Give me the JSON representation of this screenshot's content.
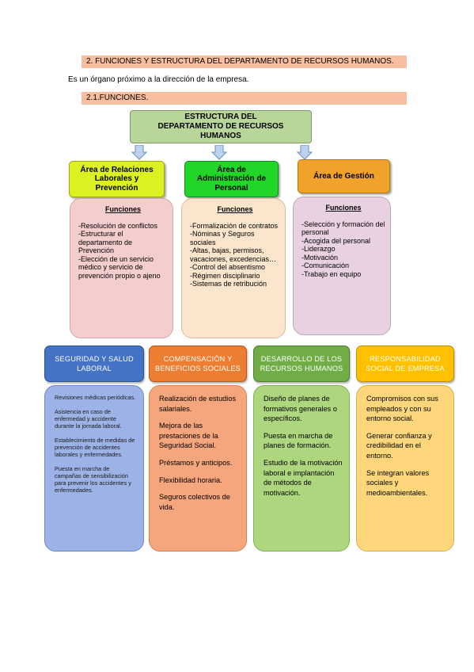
{
  "section_heading": "2.   FUNCIONES Y ESTRUCTURA DEL DEPARTAMENTO DE RECURSOS HUMANOS.",
  "intro": "Es un órgano próximo a la dirección de la empresa.",
  "subsection_heading": "2.1.FUNCIONES.",
  "diagram_title": "ESTRUCTURA DEL DEPARTAMENTO DE RECURSOS HUMANOS",
  "colors": {
    "header_bar": "#f7bfa0",
    "title_box": "#b8d59a",
    "area_relaciones": "#ddf021",
    "area_administracion": "#22d629",
    "area_gestion": "#f0a22a",
    "cat_seguridad": "#4472c4",
    "cat_compensacion": "#ed7d31",
    "cat_desarrollo": "#70ad47",
    "cat_responsabilidad": "#ffc000"
  },
  "areas": [
    {
      "label": "Área de Relaciones Laborales y Prevención",
      "functions_title": "Funciones",
      "functions": [
        "-Resolución de conflictos",
        "-Estructurar el departamento de Prevención",
        "-Elección de un servicio médico y servicio de prevención propio o ajeno"
      ]
    },
    {
      "label": "Área de Administración de Personal",
      "functions_title": "Funciones",
      "functions": [
        "-Formalización de contratos",
        "-Nóminas y Seguros sociales",
        "-Altas, bajas, permisos, vacaciones, excedencias…",
        "-Control del absentismo",
        "-Régimen disciplinario",
        "-Sistemas de retribución"
      ]
    },
    {
      "label": "Área de Gestión",
      "functions_title": "Funciones",
      "functions": [
        "-Selección y formación del personal",
        "-Acogida del personal",
        "-Liderazgo",
        "-Motivación",
        "-Comunicación",
        "-Trabajo en equipo"
      ]
    }
  ],
  "categories": [
    {
      "title": "SEGURIDAD Y SALUD LABORAL",
      "items": [
        "Revisiones médicas periódicas.",
        "Asistencia en caso de enfermedad y accidente durante la jornada laboral.",
        "Establecimiento de medidas de prevención de accidentes laborales y enfermedades.",
        "Puesta en marcha de campañas de sensibilización para prevenir los accidentes y enfermedades."
      ]
    },
    {
      "title": "COMPENSACIÓN Y BENEFICIOS SOCIALES",
      "items": [
        "Realización de estudios salariales.",
        "Mejora de las prestaciones de la Seguridad Social.",
        "Préstamos y anticipos.",
        "Flexibilidad horaria.",
        "Seguros colectivos de vida."
      ]
    },
    {
      "title": "DESARROLLO DE LOS RECURSOS HUMANOS",
      "items": [
        "Diseño de planes de formativos generales o específicos.",
        "Puesta en marcha de planes de formación.",
        "Estudio de la motivación laboral e implantación de métodos de motivación."
      ]
    },
    {
      "title": "RESPONSABILIDAD SOCIAL DE EMPRESA",
      "items": [
        "Compromisos con sus empleados y con su entorno social.",
        "Generar confianza y credibilidad en el entorno.",
        "Se integran valores sociales y medioambientales."
      ]
    }
  ]
}
